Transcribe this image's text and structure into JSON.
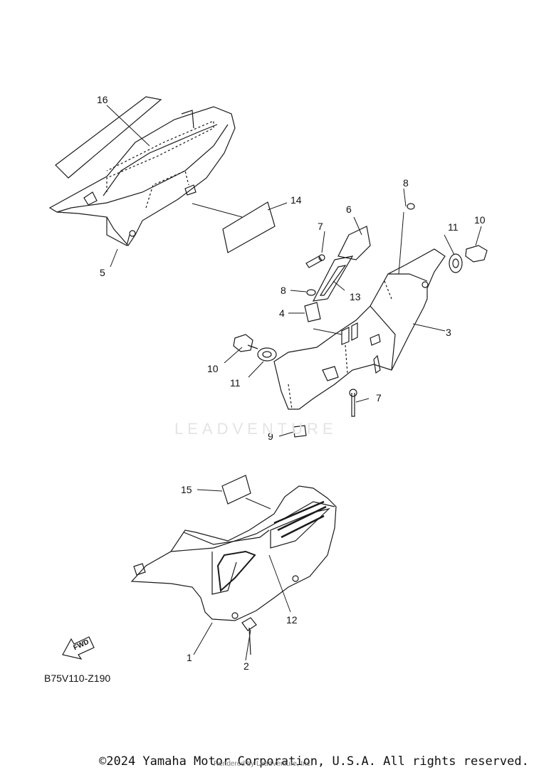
{
  "diagram": {
    "code": "B75V110-Z190",
    "watermark": "LEADVENTURE",
    "fwd_label": "FWD",
    "callouts": [
      "1",
      "2",
      "3",
      "4",
      "5",
      "6",
      "7",
      "7",
      "8",
      "8",
      "9",
      "10",
      "10",
      "11",
      "11",
      "12",
      "13",
      "14",
      "15",
      "16"
    ]
  },
  "footer": {
    "copyright": "©2024 Yamaha Motor Corporation, U.S.A. All rights reserved.",
    "rendered_by": "Rendered by LeadVenture, Inc."
  },
  "colors": {
    "line": "#1a1a1a",
    "watermark": "#e4e4e4"
  }
}
